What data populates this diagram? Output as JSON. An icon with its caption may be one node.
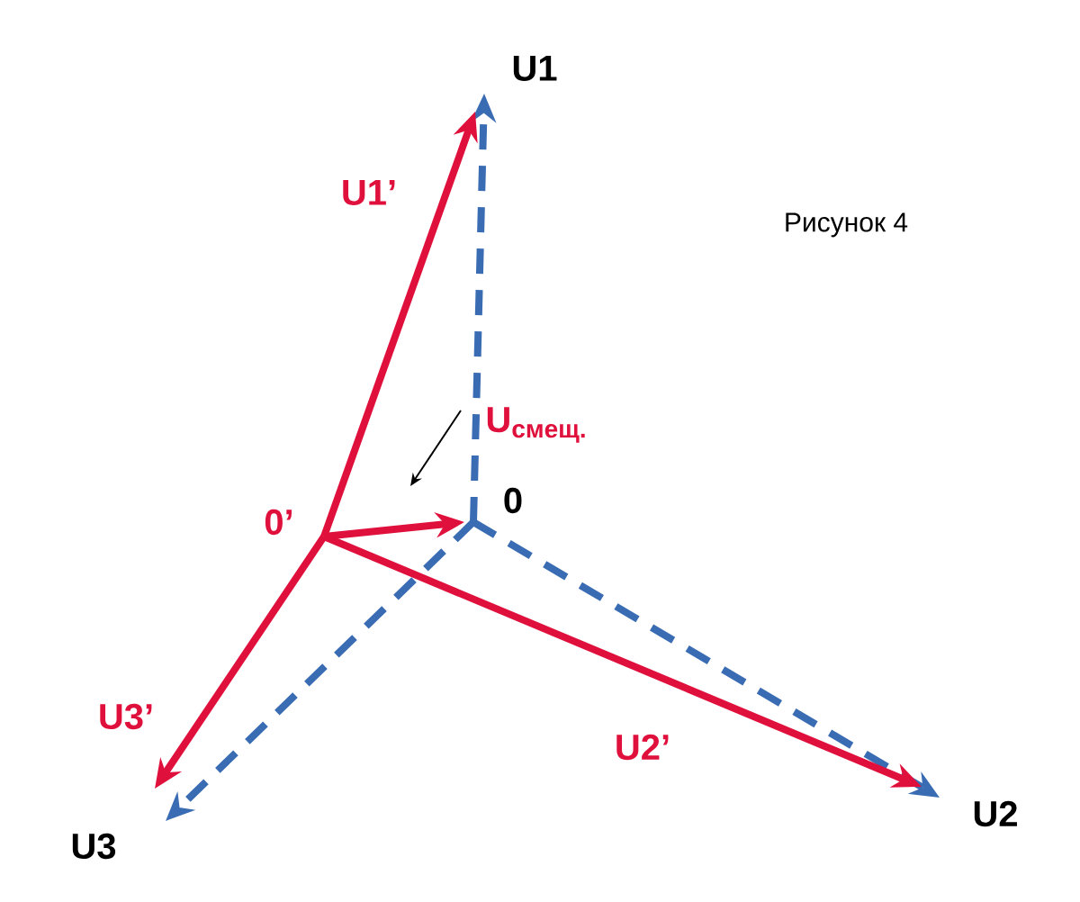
{
  "diagram": {
    "nodes": [
      {
        "text": [
          "U1"
        ]
      },
      {
        "text": [
          "U2"
        ]
      },
      {
        "text": [
          "U3"
        ]
      },
      {
        "text": [
          "0"
        ]
      },
      {
        "text": [
          "0’"
        ]
      },
      {
        "text": [
          "U$_{смещ.}$"
        ]
      }
    ],
    "edges": [
      {
        "from": 3,
        "to": 0,
        "arrow": "to",
        "style": "dashed",
        "color": "#3a6cb4"
      },
      {
        "from": 3,
        "to": 1,
        "arrow": "to",
        "style": "dashed",
        "color": "#3a6cb4"
      },
      {
        "from": 3,
        "to": 2,
        "arrow": "to",
        "style": "dashed",
        "color": "#3a6cb4"
      },
      {
        "from": 4,
        "to": 0,
        "arrow": "to",
        "color": "#e0103c",
        "label": "U1’"
      },
      {
        "from": 4,
        "to": 1,
        "arrow": "to",
        "color": "#e0103c",
        "label": "U2’"
      },
      {
        "from": 4,
        "to": 2,
        "arrow": "to",
        "color": "#e0103c",
        "label": "U3’"
      },
      {
        "from": 4,
        "to": 3,
        "arrow": "to",
        "color": "#e0103c"
      },
      {
        "from": 5,
        "to": null,
        "arrow": "to",
        "color": "#000000"
      }
    ],
    "labels": [
      "Рисунок 4"
    ]
  }
}
